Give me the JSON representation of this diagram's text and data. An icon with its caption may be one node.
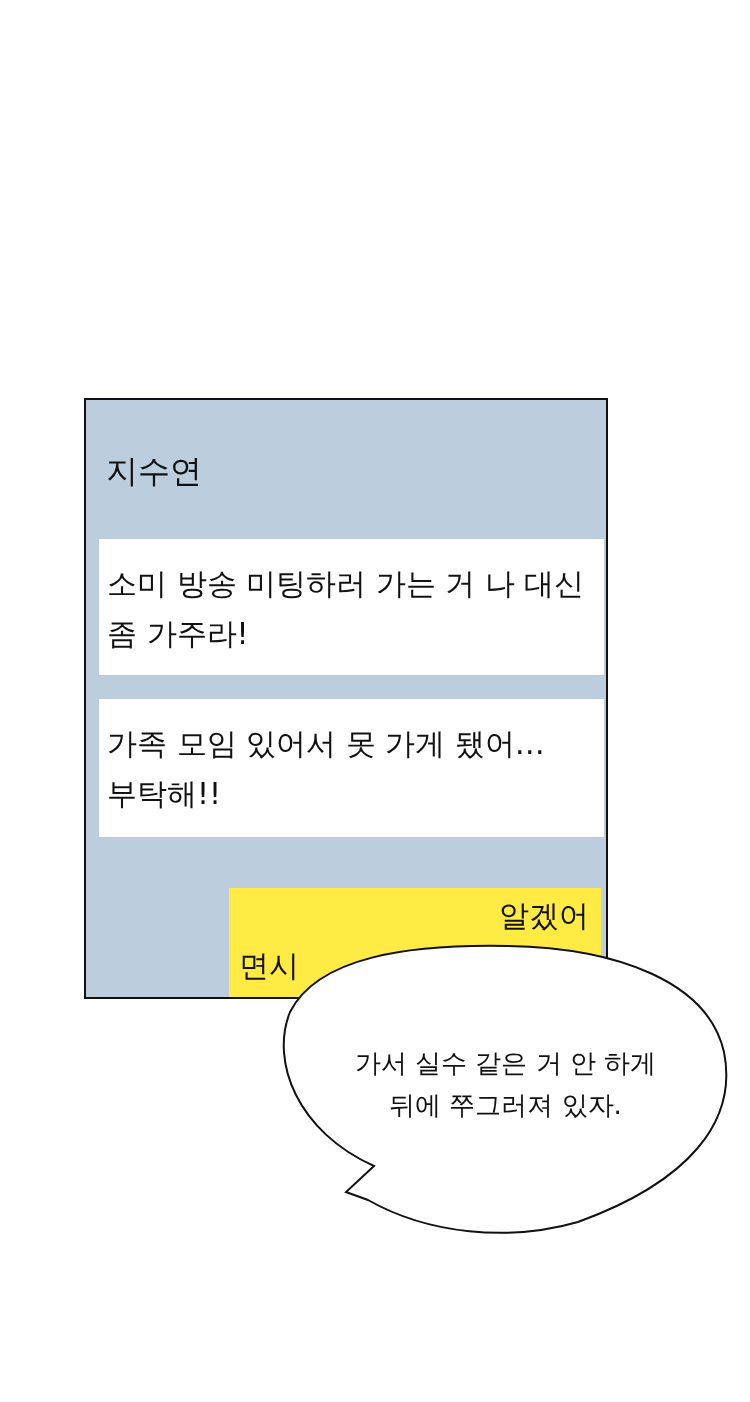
{
  "diagram": {
    "nodes": [
      {
        "text": [
          "지수연"
        ]
      },
      {
        "text": [
          "소미 방송 미팅하러 가는 거 나 대신 좀 가주라!"
        ],
        "in": 0
      },
      {
        "text": [
          "가족 모임 있어서 못 가게 됐어… 부탁해!!"
        ],
        "in": 0
      },
      {
        "text": [
          "알겠어",
          "면시"
        ],
        "in": 0
      },
      {
        "text": [
          "가서 실수 같은 거 안 하게 뒤에 쭈그러져 있자."
        ]
      }
    ]
  }
}
